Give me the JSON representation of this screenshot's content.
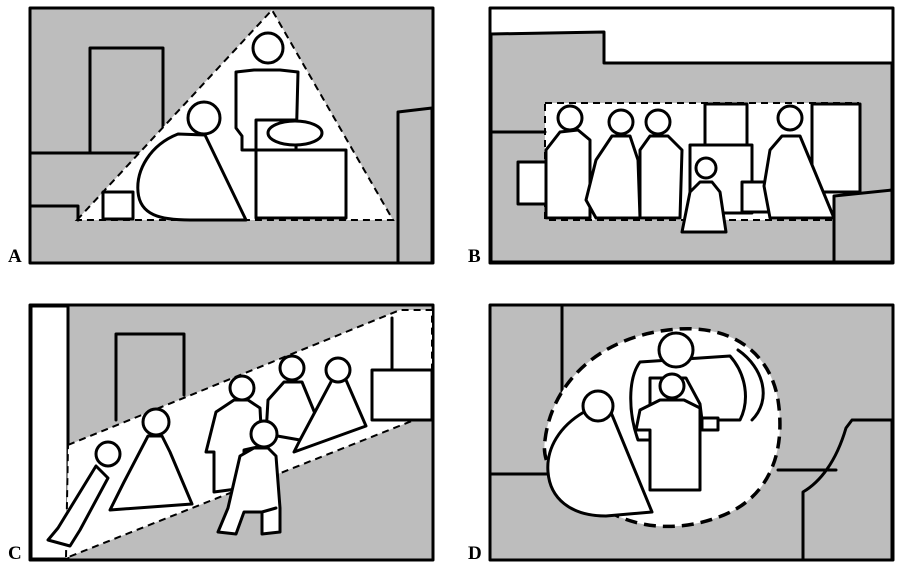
{
  "panels": [
    {
      "id": "A",
      "label": "A"
    },
    {
      "id": "B",
      "label": "B"
    },
    {
      "id": "C",
      "label": "C"
    },
    {
      "id": "D",
      "label": "D"
    }
  ],
  "colors": {
    "background_gray": "#bdbdbd",
    "figure_white": "#ffffff",
    "line_black": "#000000"
  }
}
